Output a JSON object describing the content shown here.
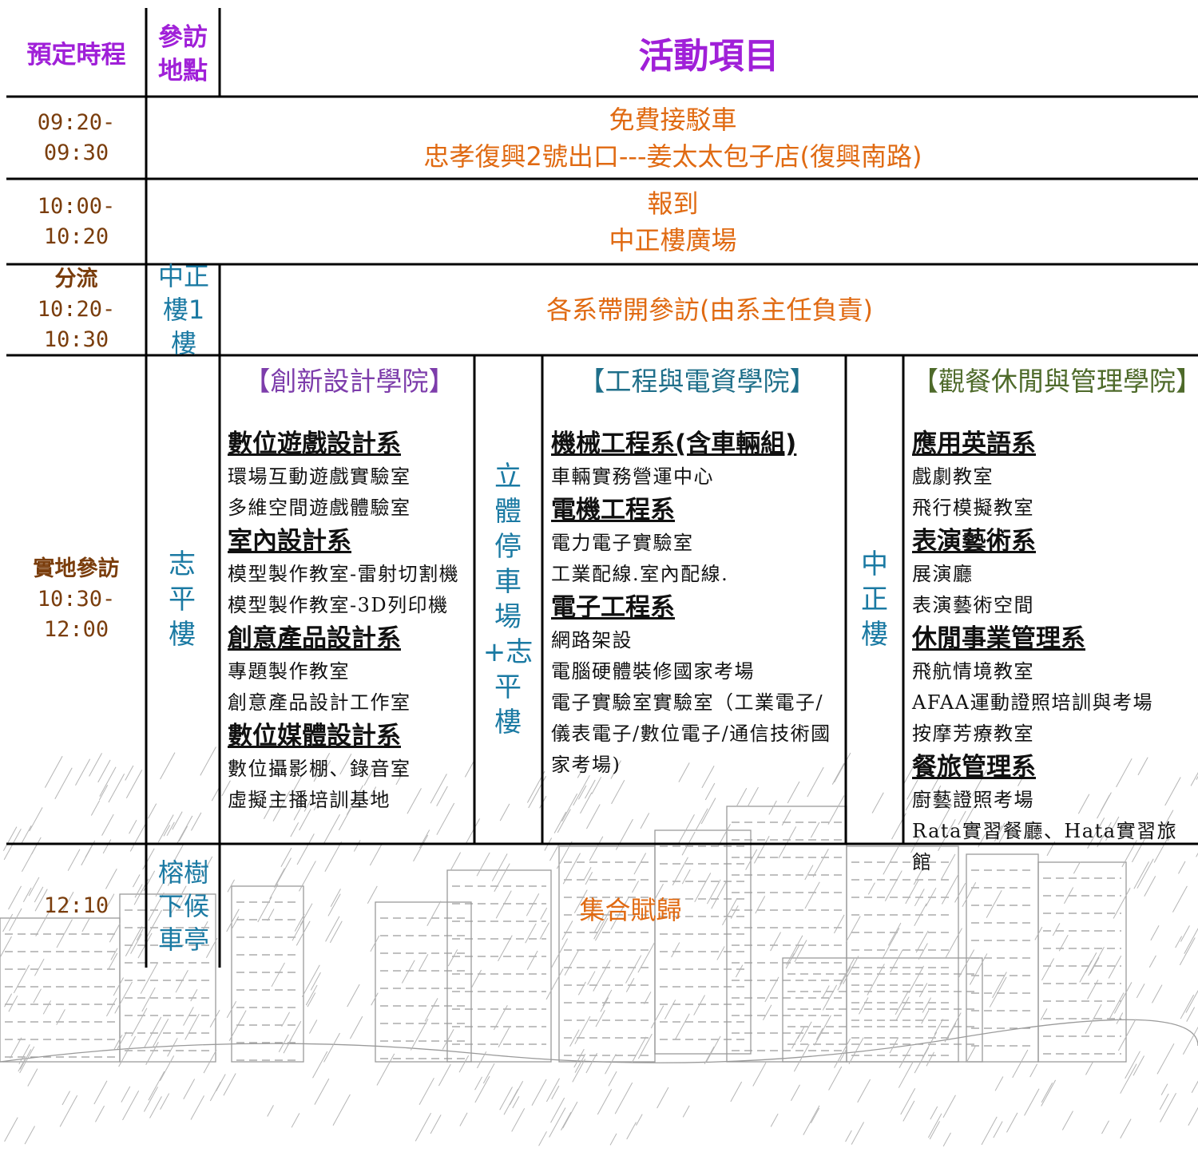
{
  "header": {
    "schedule": "預定時程",
    "location": "參訪地點",
    "activity": "活動項目"
  },
  "rows": {
    "shuttle": {
      "time": "09:20-09:30",
      "line1": "免費接駁車",
      "line2": "忠孝復興2號出口---姜太太包子店(復興南路)"
    },
    "checkin": {
      "time": "10:00-10:20",
      "line1": "報到",
      "line2": "中正樓廣場"
    },
    "split": {
      "label": "分流",
      "time": "10:20-10:30",
      "location": "中正樓1樓",
      "activity": "各系帶開參訪(由系主任負責)"
    },
    "visit": {
      "label": "實地參訪",
      "time": "10:30-12:00",
      "building_left": "志平樓",
      "building_mid": "立體停車場+志平樓",
      "building_right": "中正樓"
    },
    "end": {
      "time": "12:10",
      "location": "榕樹下候車亭",
      "activity": "集合賦歸"
    }
  },
  "colleges": [
    {
      "title": "【創新設計學院】",
      "color": "#7d3dab",
      "departments": [
        {
          "name": "數位遊戲設計系",
          "rooms": [
            "環場互動遊戲實驗室",
            "多維空間遊戲體驗室"
          ]
        },
        {
          "name": "室內設計系",
          "rooms": [
            "模型製作教室-雷射切割機",
            "模型製作教室-3D列印機"
          ]
        },
        {
          "name": "創意產品設計系",
          "rooms": [
            "專題製作教室",
            "創意產品設計工作室"
          ]
        },
        {
          "name": "數位媒體設計系",
          "rooms": [
            "數位攝影棚、錄音室",
            "虛擬主播培訓基地"
          ]
        }
      ]
    },
    {
      "title": "【工程與電資學院】",
      "color": "#1f6f8a",
      "departments": [
        {
          "name": "機械工程系(含車輛組)",
          "rooms": [
            "車輛實務營運中心"
          ]
        },
        {
          "name": "電機工程系",
          "rooms": [
            "電力電子實驗室",
            "工業配線.室內配線."
          ]
        },
        {
          "name": "電子工程系",
          "rooms": [
            "網路架設",
            "電腦硬體裝修國家考場",
            "電子實驗室實驗室（工業電子/",
            "儀表電子/數位電子/通信技術國",
            "家考場)"
          ]
        }
      ]
    },
    {
      "title": "【觀餐休閒與管理學院】",
      "color": "#4e6a2a",
      "departments": [
        {
          "name": "應用英語系",
          "rooms": [
            "戲劇教室",
            "飛行模擬教室"
          ]
        },
        {
          "name": "表演藝術系",
          "rooms": [
            "展演廳",
            "表演藝術空間"
          ]
        },
        {
          "name": "休閒事業管理系",
          "rooms": [
            "飛航情境教室",
            "AFAA運動證照培訓與考場",
            "按摩芳療教室"
          ]
        },
        {
          "name": "餐旅管理系",
          "rooms": [
            "廚藝證照考場",
            "Rata實習餐廳、Hata實習旅館"
          ]
        }
      ]
    }
  ],
  "colors": {
    "header_text": "#a020d8",
    "time_text": "#7a3d0c",
    "activity_text": "#e06a12",
    "location_text": "#1b7aa3",
    "rule": "#000000"
  },
  "background": {
    "description_icon": "campus-building-sketch"
  }
}
